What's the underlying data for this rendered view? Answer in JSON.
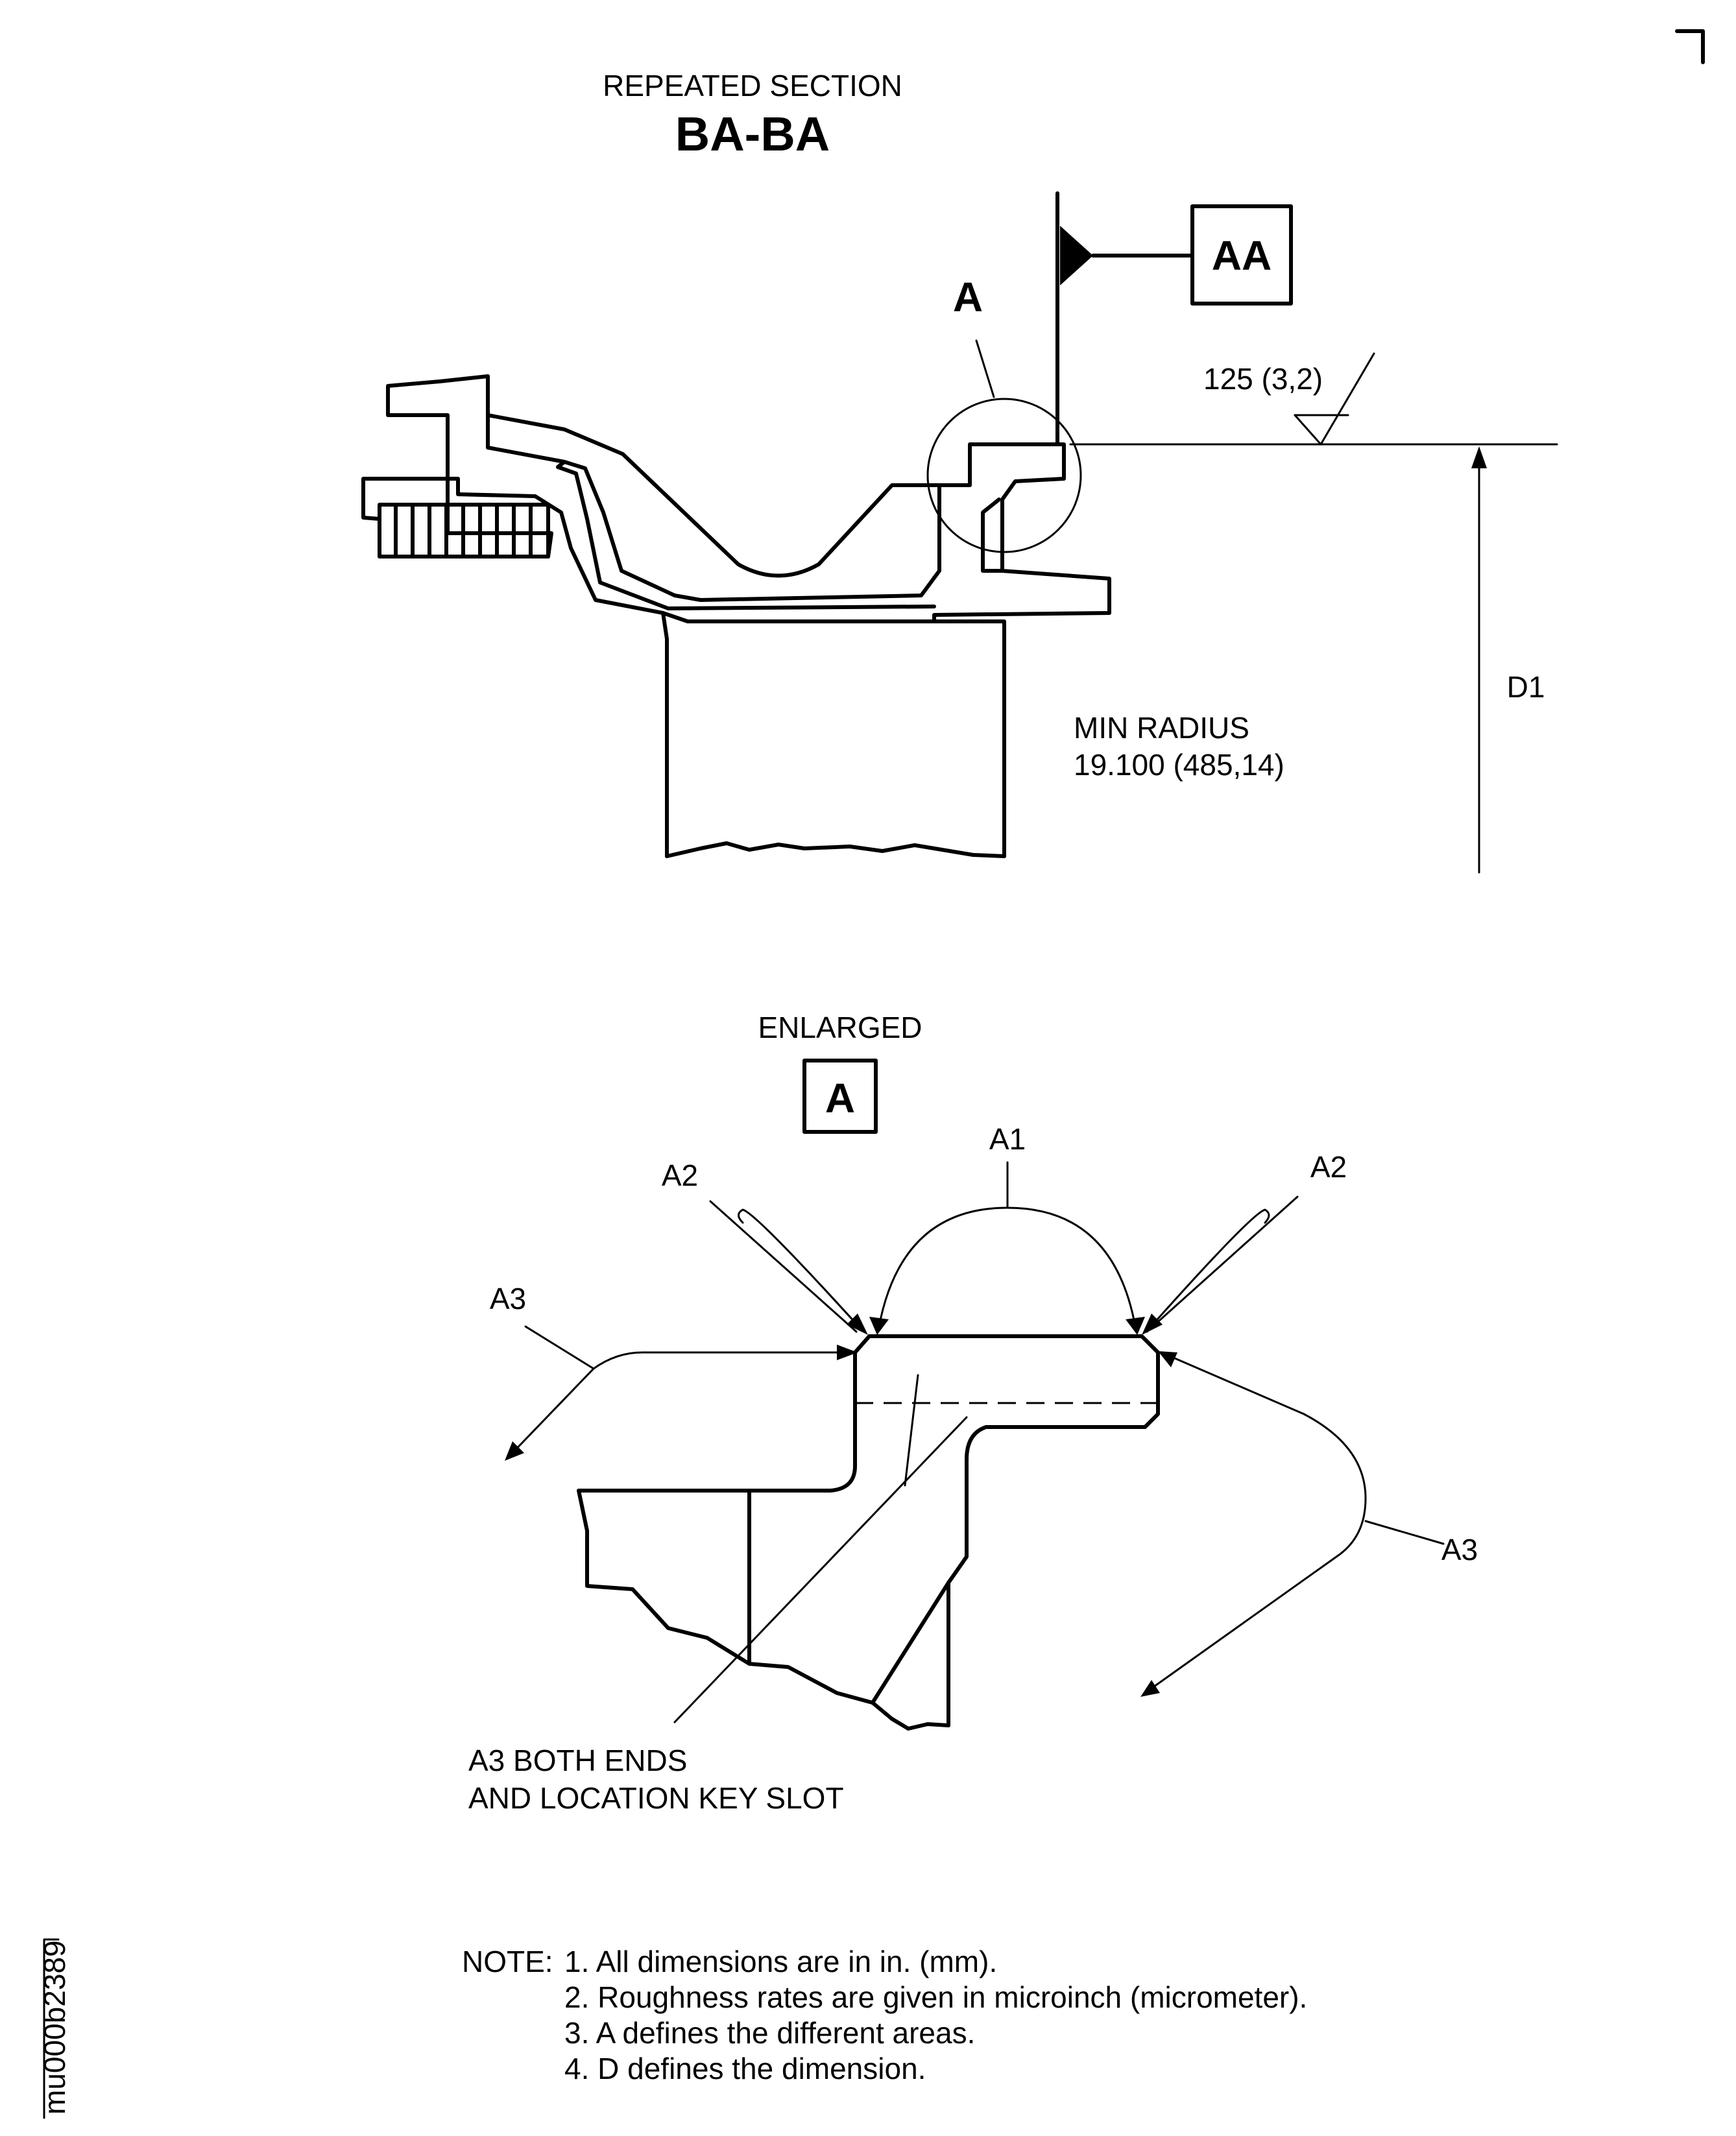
{
  "section": {
    "caption": "REPEATED SECTION",
    "name": "BA-BA"
  },
  "datum": {
    "label": "AA"
  },
  "detail_callout": {
    "label": "A"
  },
  "surface_finish": {
    "value": "125 (3,2)"
  },
  "dimension": {
    "label": "D1"
  },
  "min_radius": {
    "line1": "MIN RADIUS",
    "line2": "19.100 (485,14)"
  },
  "enlarged": {
    "caption": "ENLARGED",
    "label": "A"
  },
  "areas": {
    "a1": "A1",
    "a2_left": "A2",
    "a2_right": "A2",
    "a3_left": "A3",
    "a3_right": "A3",
    "a3_note_line1": "A3 BOTH ENDS",
    "a3_note_line2": "AND LOCATION KEY SLOT"
  },
  "notes": {
    "prefix": "NOTE:",
    "items": [
      "1. All dimensions are in in. (mm).",
      "2. Roughness rates are given in microinch (micrometer).",
      "3. A defines the different areas.",
      "4. D defines the dimension."
    ]
  },
  "figure_id": "mu000b2389"
}
